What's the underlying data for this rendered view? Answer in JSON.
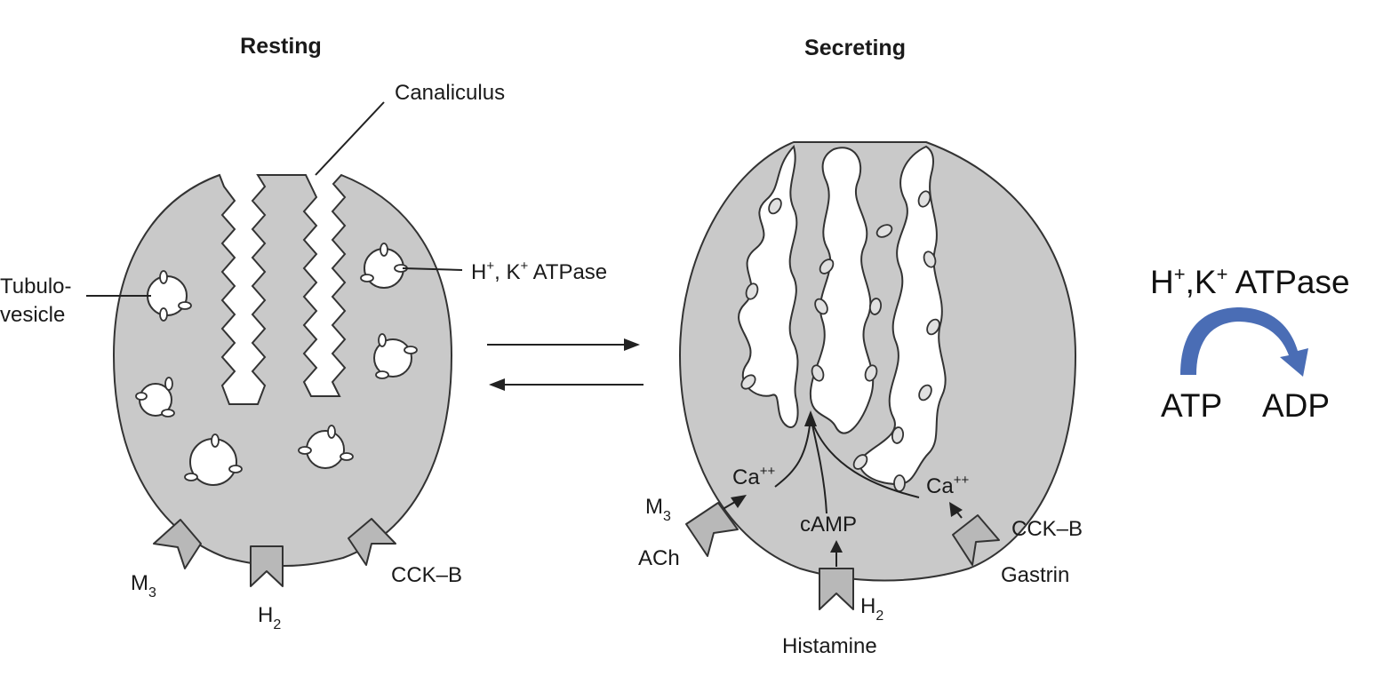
{
  "resting": {
    "title": "Resting",
    "canaliculus": "Canaliculus",
    "tubulo_line1": "Tubulo-",
    "tubulo_line2": "vesicle",
    "pump_main": "H",
    "pump_sup1": "+",
    "pump_mid": ", K",
    "pump_sup2": "+",
    "pump_tail": " ATPase",
    "m3_main": "M",
    "m3_sub": "3",
    "h2_main": "H",
    "h2_sub": "2",
    "cckb": "CCK–B"
  },
  "secreting": {
    "title": "Secreting",
    "m3_main": "M",
    "m3_sub": "3",
    "ach": "ACh",
    "ca_left_main": "Ca",
    "ca_left_sup": "++",
    "ca_right_main": "Ca",
    "ca_right_sup": "++",
    "camp": "cAMP",
    "h2_main": "H",
    "h2_sub": "2",
    "histamine": "Histamine",
    "cckb": "CCK–B",
    "gastrin": "Gastrin"
  },
  "reaction": {
    "enzyme_main1": "H",
    "enzyme_sup1": "+",
    "enzyme_mid": ",K",
    "enzyme_sup2": "+",
    "enzyme_tail": " ATPase",
    "substrate": "ATP",
    "product": "ADP",
    "arrow_color": "#4a6db5"
  }
}
